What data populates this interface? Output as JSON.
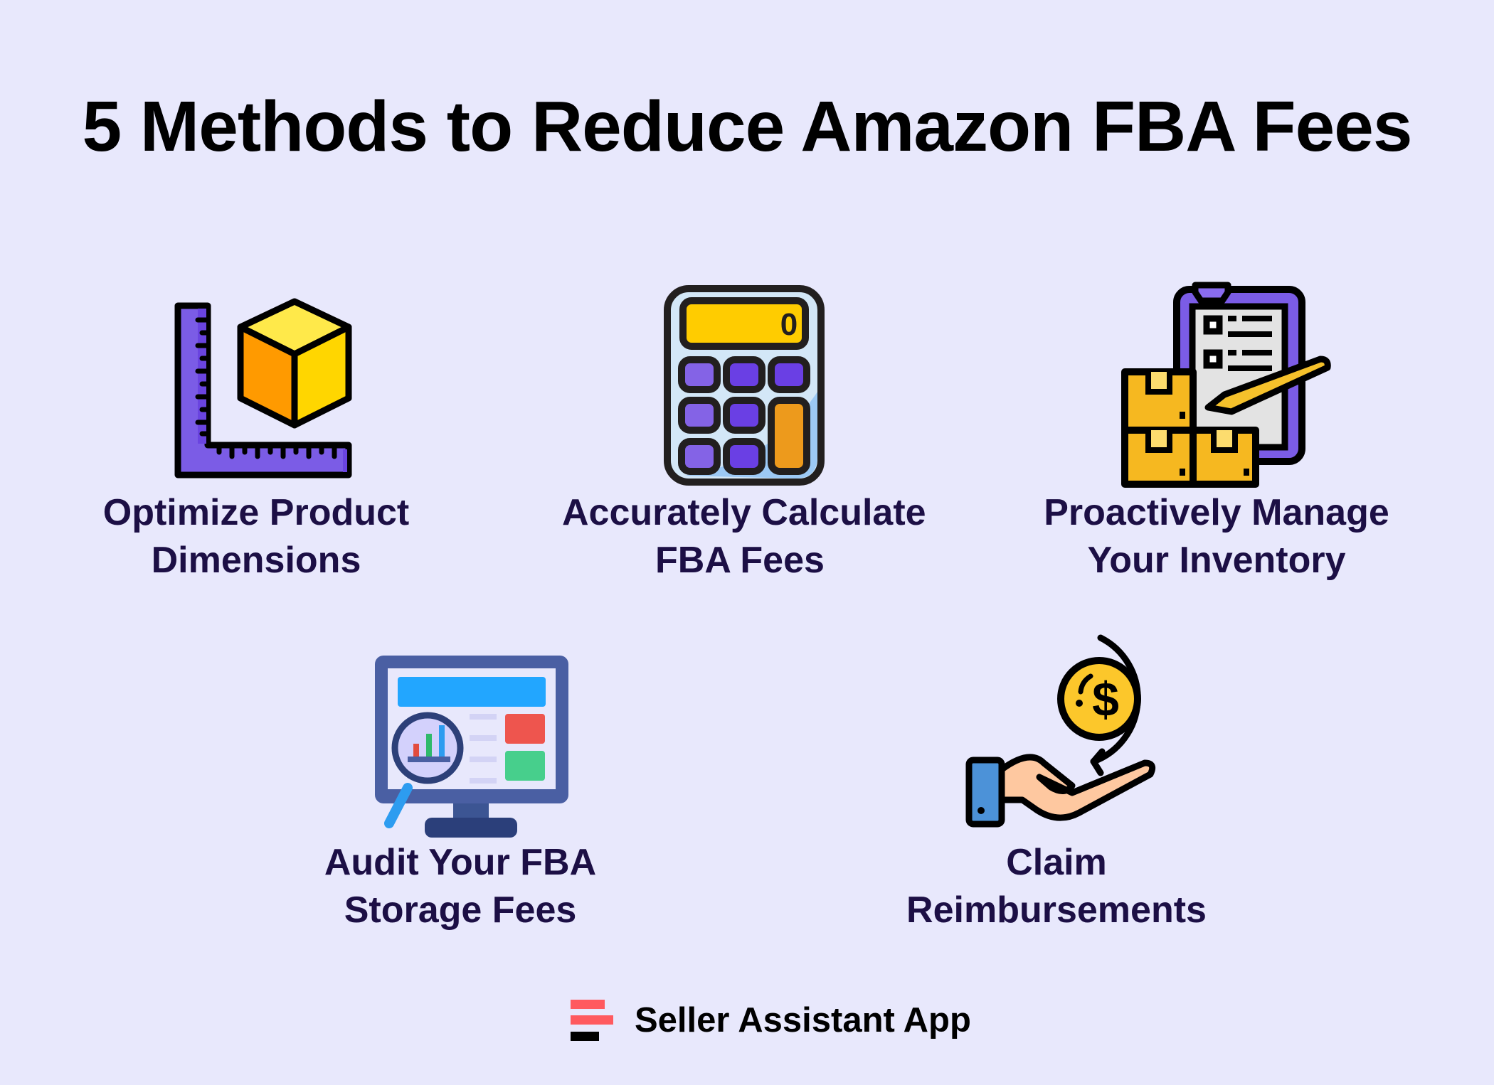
{
  "title": "5 Methods to Reduce Amazon FBA Fees",
  "methods": [
    {
      "icon": "ruler-box-icon",
      "line1": "Optimize Product",
      "line2": "Dimensions"
    },
    {
      "icon": "calculator-icon",
      "line1": "Accurately Calculate",
      "line2": "FBA Fees",
      "display_value": "0"
    },
    {
      "icon": "clipboard-boxes-icon",
      "line1": "Proactively Manage",
      "line2": "Your Inventory"
    },
    {
      "icon": "monitor-magnifier-icon",
      "line1": "Audit Your FBA",
      "line2": "Storage Fees"
    },
    {
      "icon": "hand-coin-icon",
      "line1": "Claim",
      "line2": "Reimbursements",
      "coin_symbol": "$"
    }
  ],
  "brand": {
    "name": "Seller Assistant App",
    "logo_colors": [
      "#ff5a5f",
      "#ff5a5f",
      "#000000"
    ]
  },
  "colors": {
    "background": "#e8e8fc",
    "label_text": "#1c0f45",
    "title_text": "#000000",
    "purple": "#7b5ce6",
    "yellow": "#ffd600",
    "orange": "#f29a1f"
  }
}
